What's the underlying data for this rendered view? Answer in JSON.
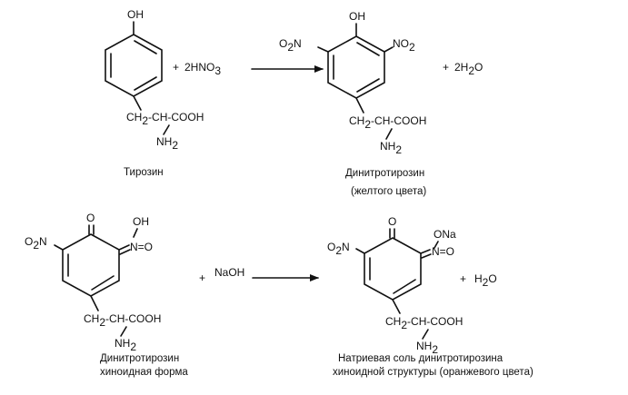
{
  "reaction1": {
    "tyrosine": {
      "oh": "OH",
      "chain_ch2": "CH",
      "chain_ch2_sub": "2",
      "chain_dash": "-",
      "chain_ch": "CH",
      "chain_cooh": "-COOH",
      "nh": "NH",
      "nh_sub": "2",
      "name": "Тирозин"
    },
    "plus1": "+",
    "reagent": "2HNO",
    "reagent_sub": "3",
    "product": {
      "oh": "OH",
      "no2_left_o": "O",
      "no2_left_sub": "2",
      "no2_left_n": "N",
      "no2_right_no": "NO",
      "no2_right_sub": "2",
      "chain_ch2": "CH",
      "chain_ch2_sub": "2",
      "chain_dash": "-",
      "chain_ch": "CH",
      "chain_cooh": "-COOH",
      "nh": "NH",
      "nh_sub": "2",
      "name": "Динитротирозин",
      "name_note": "(желтого цвета)"
    },
    "plus2": "+",
    "byproduct": "2H",
    "byproduct_sub": "2",
    "byproduct_tail": "O"
  },
  "reaction2": {
    "quinoid": {
      "o": "O",
      "oh": "OH",
      "no2_o": "O",
      "no2_sub": "2",
      "no2_n": "N",
      "n_eq_o": "N=O",
      "chain_ch2": "CH",
      "chain_ch2_sub": "2",
      "chain_dash": "-",
      "chain_ch": "CH",
      "chain_cooh": "-COOH",
      "nh": "NH",
      "nh_sub": "2",
      "name": "Динитротирозин",
      "name_note": "хиноидная форма"
    },
    "plus1": "+",
    "reagent": "NaOH",
    "salt": {
      "o": "O",
      "ona": "ONa",
      "no2_o": "O",
      "no2_sub": "2",
      "no2_n": "N",
      "n_eq_o": "N=O",
      "chain_ch2": "CH",
      "chain_ch2_sub": "2",
      "chain_dash": "-",
      "chain_ch": "CH",
      "chain_cooh": "-COOH",
      "nh": "NH",
      "nh_sub": "2",
      "name": "Натриевая соль динитротирозина",
      "name_note": "хиноидной структуры (оранжевого цвета)"
    },
    "plus2": "+",
    "byproduct": "H",
    "byproduct_sub": "2",
    "byproduct_tail": "O"
  }
}
